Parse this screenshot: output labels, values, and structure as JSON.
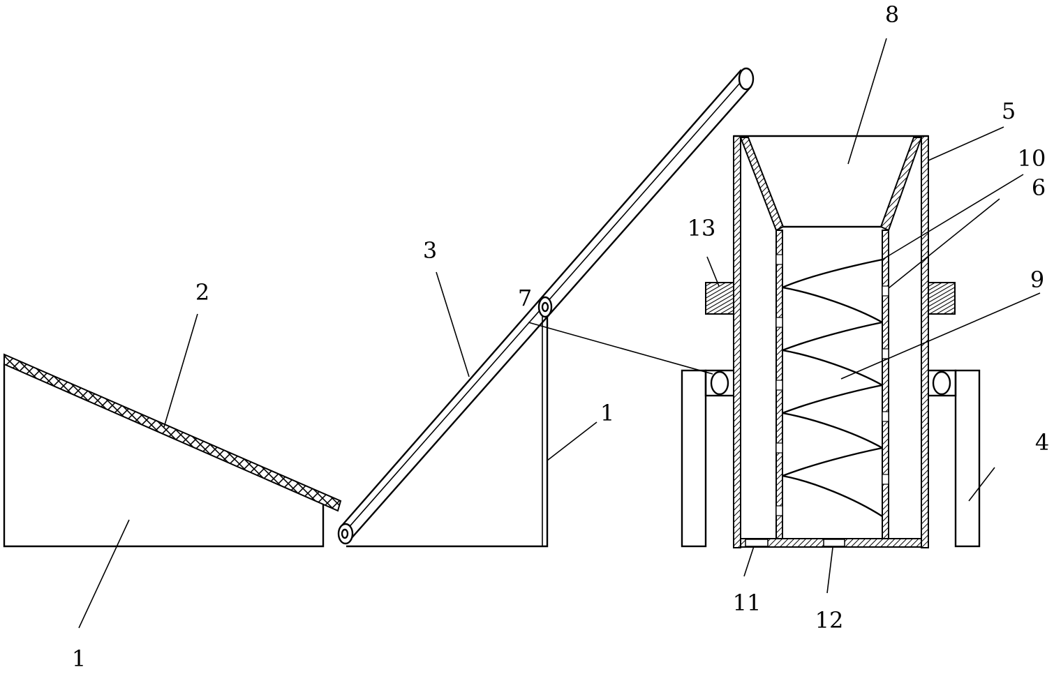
{
  "labels": {
    "l1_left": "1",
    "l1_right": "1",
    "l2": "2",
    "l3": "3",
    "l4": "4",
    "l5": "5",
    "l6": "6",
    "l7": "7",
    "l8": "8",
    "l9": "9",
    "l10": "10",
    "l11": "11",
    "l12": "12",
    "l13": "13"
  }
}
